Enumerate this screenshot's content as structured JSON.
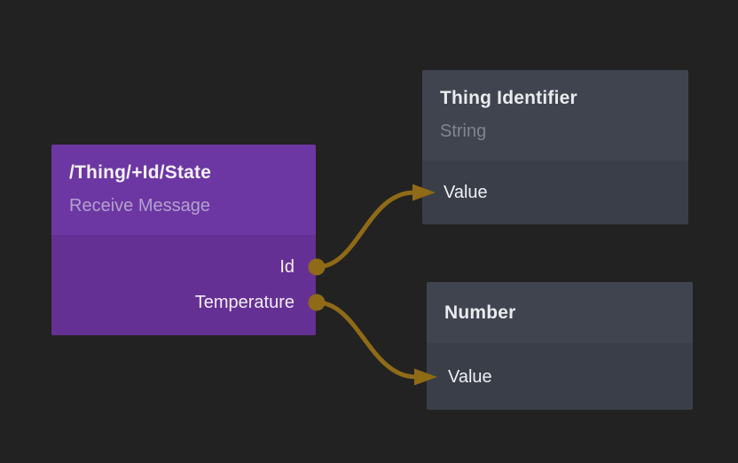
{
  "canvas": {
    "background_color": "#222222",
    "wire_color": "#8f6a17"
  },
  "nodes": [
    {
      "id": "receive-message",
      "title": "/Thing/+Id/State",
      "subtitle": "Receive Message",
      "header_color": "#6c37a2",
      "body_color": "#653093",
      "outputs": [
        {
          "label": "Id"
        },
        {
          "label": "Temperature"
        }
      ]
    },
    {
      "id": "thing-identifier",
      "title": "Thing Identifier",
      "subtitle": "String",
      "header_color": "#40444f",
      "body_color": "#3a3e48",
      "inputs": [
        {
          "label": "Value"
        }
      ]
    },
    {
      "id": "number",
      "title": "Number",
      "header_color": "#40444f",
      "body_color": "#3a3e48",
      "inputs": [
        {
          "label": "Value"
        }
      ]
    }
  ],
  "connections": [
    {
      "from": "receive-message.Id",
      "to": "thing-identifier.Value"
    },
    {
      "from": "receive-message.Temperature",
      "to": "number.Value"
    }
  ]
}
